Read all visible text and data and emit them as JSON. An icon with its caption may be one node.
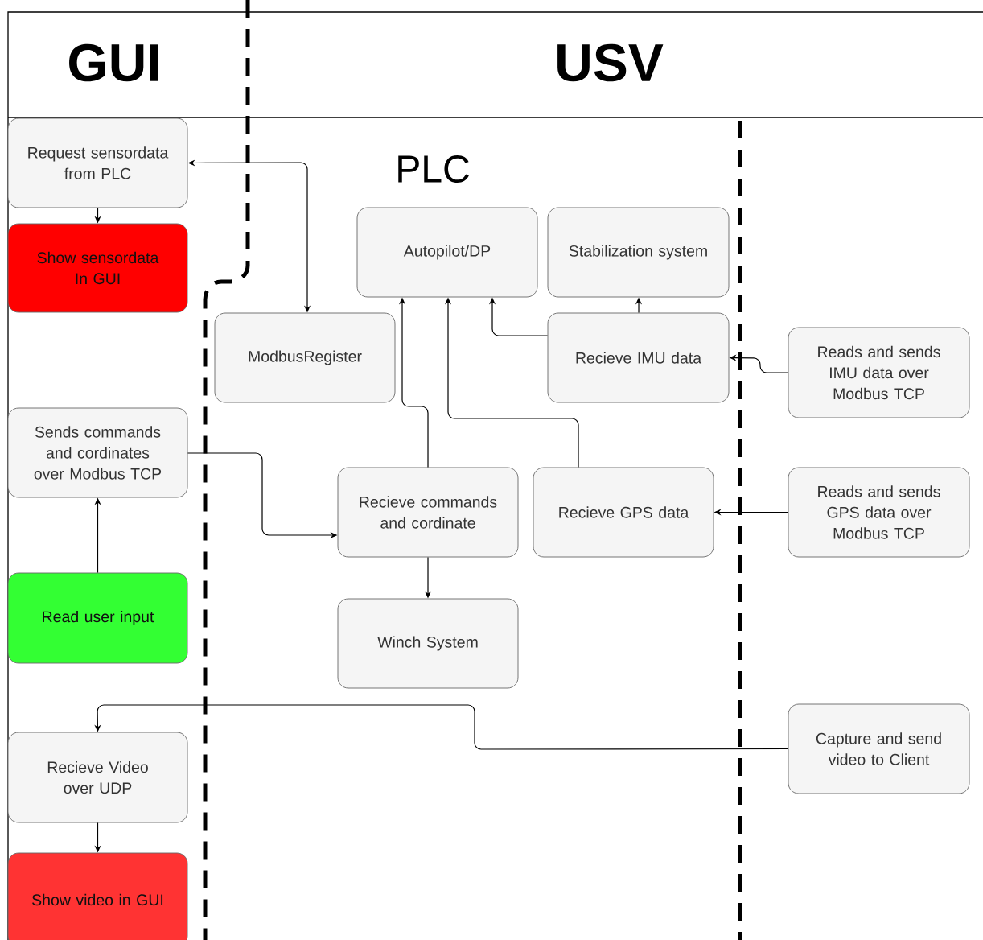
{
  "diagram": {
    "nodes": [
      {
        "text": [
          "Request sensordata from PLC"
        ]
      },
      {
        "text": [
          "Show sensordata In GUI"
        ]
      },
      {
        "text": [
          "ModbusRegister"
        ]
      },
      {
        "text": [
          "Autopilot/DP"
        ]
      },
      {
        "text": [
          "Stabilization system"
        ]
      },
      {
        "text": [
          "Recieve IMU data"
        ]
      },
      {
        "text": [
          "Reads and sends IMU data over Modbus TCP"
        ]
      },
      {
        "text": [
          "Sends commands and cordinates over Modbus TCP"
        ]
      },
      {
        "text": [
          "Recieve commands and cordinate"
        ]
      },
      {
        "text": [
          "Recieve GPS data"
        ]
      },
      {
        "text": [
          "Reads and sends GPS data over Modbus TCP"
        ]
      },
      {
        "text": [
          "Read user input"
        ]
      },
      {
        "text": [
          "Winch System"
        ]
      },
      {
        "text": [
          "Recieve Video over UDP"
        ]
      },
      {
        "text": [
          "Capture and send video to Client"
        ]
      },
      {
        "text": [
          "Show video in GUI"
        ]
      }
    ],
    "edges": [
      {
        "from": 0,
        "to": 1,
        "arrow": "to"
      },
      {
        "from": 0,
        "to": 2,
        "arrow": "both"
      },
      {
        "from": 5,
        "to": 3,
        "arrow": "to"
      },
      {
        "from": 5,
        "to": 4,
        "arrow": "to"
      },
      {
        "from": 6,
        "to": 5,
        "arrow": "to"
      },
      {
        "from": 8,
        "to": 3,
        "arrow": "to"
      },
      {
        "from": 9,
        "to": 3,
        "arrow": "to"
      },
      {
        "from": 7,
        "to": 8,
        "arrow": "to"
      },
      {
        "from": 8,
        "to": 12,
        "arrow": "to"
      },
      {
        "from": 10,
        "to": 9,
        "arrow": "to"
      },
      {
        "from": 11,
        "to": 7,
        "arrow": "to"
      },
      {
        "from": 14,
        "to": 13,
        "arrow": "to"
      },
      {
        "from": 13,
        "to": 15,
        "arrow": "to"
      }
    ],
    "labels": [
      "GUI",
      "USV",
      "PLC"
    ]
  }
}
